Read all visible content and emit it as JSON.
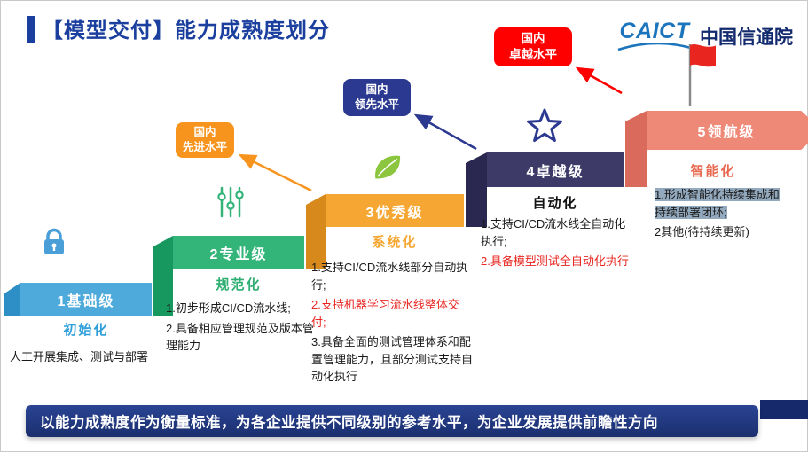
{
  "header": {
    "title": "【模型交付】能力成熟度划分",
    "logo_en": "CAICT",
    "logo_cn": "中国信通院"
  },
  "badges": {
    "advanced": {
      "line1": "国内",
      "line2": "先进水平"
    },
    "leading": {
      "line1": "国内",
      "line2": "领先水平"
    },
    "excellent": {
      "line1": "国内",
      "line2": "卓越水平"
    }
  },
  "levels": [
    {
      "name": "1基础级",
      "phase": "初始化",
      "item1": "人工开展集成、测试与部署"
    },
    {
      "name": "2专业级",
      "phase": "规范化",
      "item1": "1.初步形成CI/CD流水线;",
      "item2": "2.具备相应管理规范及版本管理能力"
    },
    {
      "name": "3优秀级",
      "phase": "系统化",
      "item1": "1.支持CI/CD流水线部分自动执行;",
      "item2": "2.支持机器学习流水线整体交付;",
      "item3": "3.具备全面的测试管理体系和配置管理能力，且部分测试支持自动化执行"
    },
    {
      "name": "4卓越级",
      "phase": "自动化",
      "item1": "1.支持CI/CD流水线全自动化执行;",
      "item2": "2.具备模型测试全自动化执行"
    },
    {
      "name": "5领航级",
      "phase": "智能化",
      "item1": "1.形成智能化持续集成和持续部署闭环;",
      "item2": "2其他(待持续更新)"
    }
  ],
  "icons": {
    "level1": "lock-icon",
    "level2": "sliders-icon",
    "level3": "leaf-icon",
    "level4": "star-icon",
    "level5": "flag-icon"
  },
  "colors": {
    "title": "#1A3F9E",
    "level1": "#4FAADC",
    "level2": "#33B579",
    "level3": "#F6A632",
    "level4": "#3D3A68",
    "level5": "#EE8877",
    "badge_advanced": "#F7941E",
    "badge_leading": "#2B3990",
    "badge_excellent": "#FE0000",
    "highlight": "#93A9BE",
    "footer_bg": "#1B2F6E"
  },
  "footer": {
    "text": "以能力成熟度作为衡量标准，为各企业提供不同级别的参考水平，为企业发展提供前瞻性方向"
  }
}
